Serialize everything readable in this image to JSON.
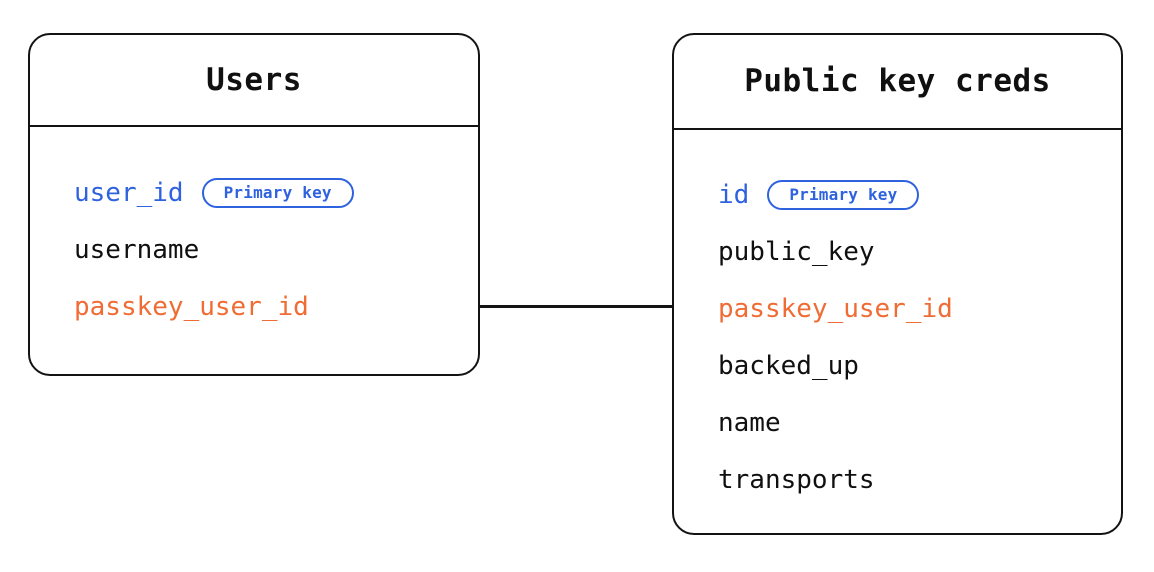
{
  "diagram": {
    "type": "entity-relationship-diagram",
    "background_color": "#ffffff",
    "colors": {
      "border": "#131313",
      "text": "#101010",
      "primary_key": "#2F62DE",
      "foreign_key": "#EF6C35"
    },
    "badge_label": "Primary key",
    "entities": [
      {
        "id": "users",
        "title": "Users",
        "fields": [
          {
            "name": "user_id",
            "role": "primary",
            "badge": "Primary key"
          },
          {
            "name": "username",
            "role": "normal",
            "badge": null
          },
          {
            "name": "passkey_user_id",
            "role": "foreign",
            "badge": null
          }
        ]
      },
      {
        "id": "public_key_creds",
        "title": "Public key creds",
        "fields": [
          {
            "name": "id",
            "role": "primary",
            "badge": "Primary key"
          },
          {
            "name": "public_key",
            "role": "normal",
            "badge": null
          },
          {
            "name": "passkey_user_id",
            "role": "foreign",
            "badge": null
          },
          {
            "name": "backed_up",
            "role": "normal",
            "badge": null
          },
          {
            "name": "name",
            "role": "normal",
            "badge": null
          },
          {
            "name": "transports",
            "role": "normal",
            "badge": null
          }
        ]
      }
    ],
    "relationships": [
      {
        "from_entity": "users",
        "from_field": "passkey_user_id",
        "to_entity": "public_key_creds",
        "to_field": "passkey_user_id",
        "style": "solid-line"
      }
    ]
  }
}
